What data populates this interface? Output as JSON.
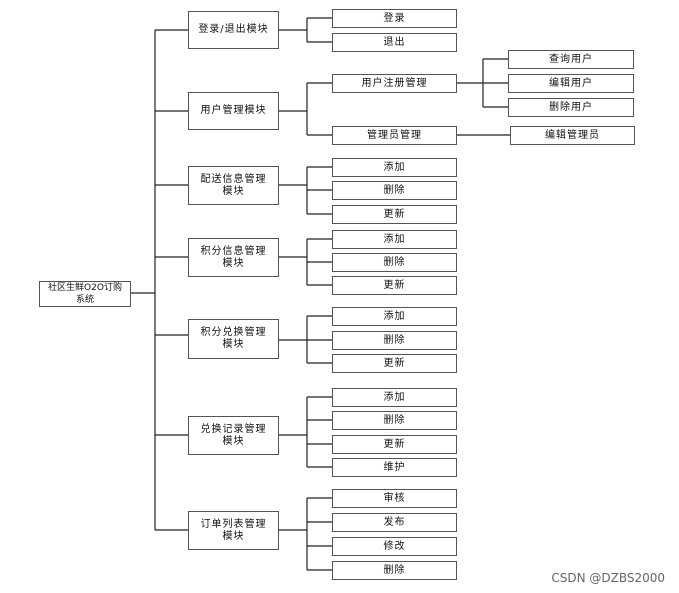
{
  "root": "社区生鲜O2O订购系统",
  "modules": {
    "login": {
      "title": "登录/退出模块",
      "items": [
        "登录",
        "退出"
      ]
    },
    "user": {
      "title": "用户管理模块",
      "reg": {
        "title": "用户注册管理",
        "items": [
          "查询用户",
          "编辑用户",
          "删除用户"
        ]
      },
      "admin": {
        "title": "管理员管理",
        "items": [
          "编辑管理员"
        ]
      }
    },
    "delivery": {
      "title": "配送信息管理模块",
      "items": [
        "添加",
        "删除",
        "更新"
      ]
    },
    "points": {
      "title": "积分信息管理模块",
      "items": [
        "添加",
        "删除",
        "更新"
      ]
    },
    "redeem": {
      "title": "积分兑换管理模块",
      "items": [
        "添加",
        "删除",
        "更新"
      ]
    },
    "records": {
      "title": "兑换记录管理模块",
      "items": [
        "添加",
        "删除",
        "更新",
        "维护"
      ]
    },
    "orders": {
      "title": "订单列表管理模块",
      "items": [
        "审核",
        "发布",
        "修改",
        "删除"
      ]
    }
  },
  "watermark": "CSDN @DZBS2000"
}
